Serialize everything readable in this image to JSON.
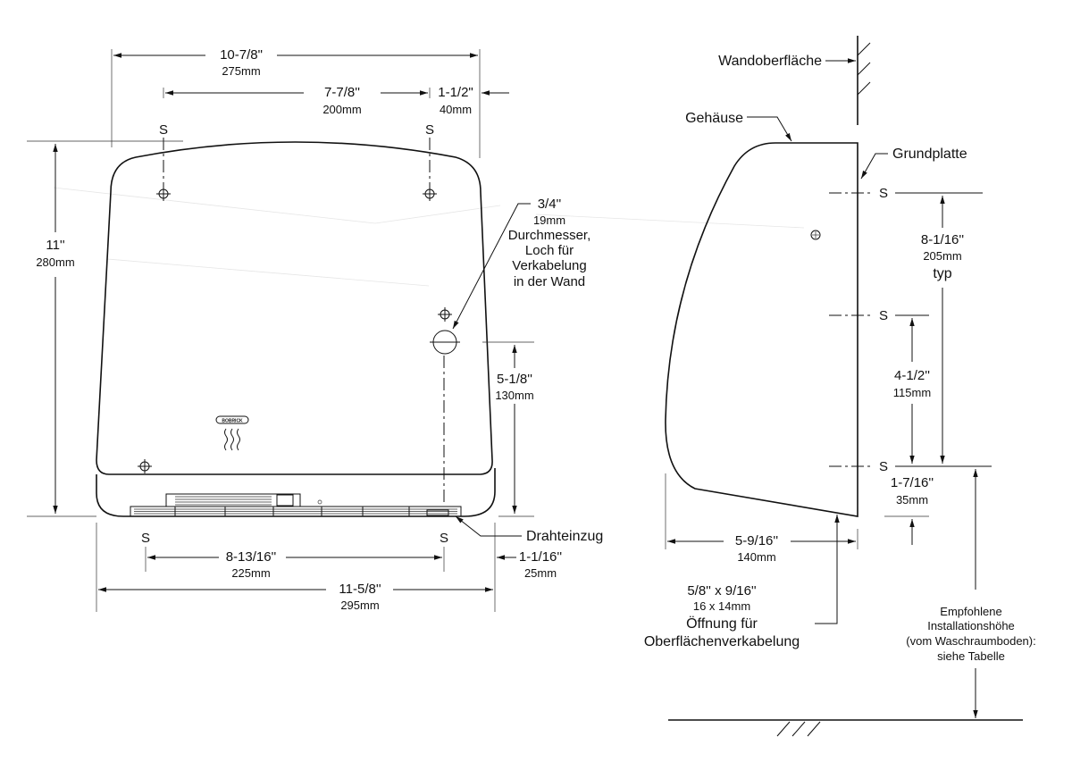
{
  "front_view": {
    "dim_top_width": {
      "inch": "10-7/8\"",
      "mm": "275mm"
    },
    "dim_screw_spacing": {
      "inch": "7-7/8''",
      "mm": "200mm"
    },
    "dim_right_offset": {
      "inch": "1-1/2\"",
      "mm": "40mm"
    },
    "dim_height": {
      "inch": "11''",
      "mm": "280mm"
    },
    "dim_hole_height": {
      "inch": "5-1/8''",
      "mm": "130mm"
    },
    "dim_bottom_screws": {
      "inch": "8-13/16''",
      "mm": "225mm"
    },
    "dim_bottom_offset": {
      "inch": "1-1/16''",
      "mm": "25mm"
    },
    "dim_overall_width": {
      "inch": "11-5/8''",
      "mm": "295mm"
    },
    "wall_hole_note": [
      "3/4''",
      "19mm",
      "Durchmesser,",
      "Loch für",
      "Verkabelung",
      "in der Wand"
    ],
    "drahteinzug_label": "Drahteinzug",
    "screw_marker": "S",
    "brand_logo": "BOBRICK"
  },
  "side_view": {
    "wall_label": "Wandoberfläche",
    "housing_label": "Gehäuse",
    "base_plate_label": "Grundplatte",
    "screw_marker": "S",
    "dim_screw_spacing": {
      "inch": "8-1/16''",
      "mm": "205mm",
      "note": "typ"
    },
    "dim_mid": {
      "inch": "4-1/2''",
      "mm": "115mm"
    },
    "dim_bottom": {
      "inch": "1-7/16''",
      "mm": "35mm"
    },
    "dim_depth": {
      "inch": "5-9/16''",
      "mm": "140mm"
    },
    "opening_note": {
      "inch": "5/8'' x 9/16''",
      "mm": "16 x 14mm",
      "line1": "Öffnung für",
      "line2": "Oberflächenverkabelung"
    },
    "install_note": [
      "Empfohlene",
      "Installationshöhe",
      "(vom Waschraumboden):",
      "siehe Tabelle"
    ]
  }
}
